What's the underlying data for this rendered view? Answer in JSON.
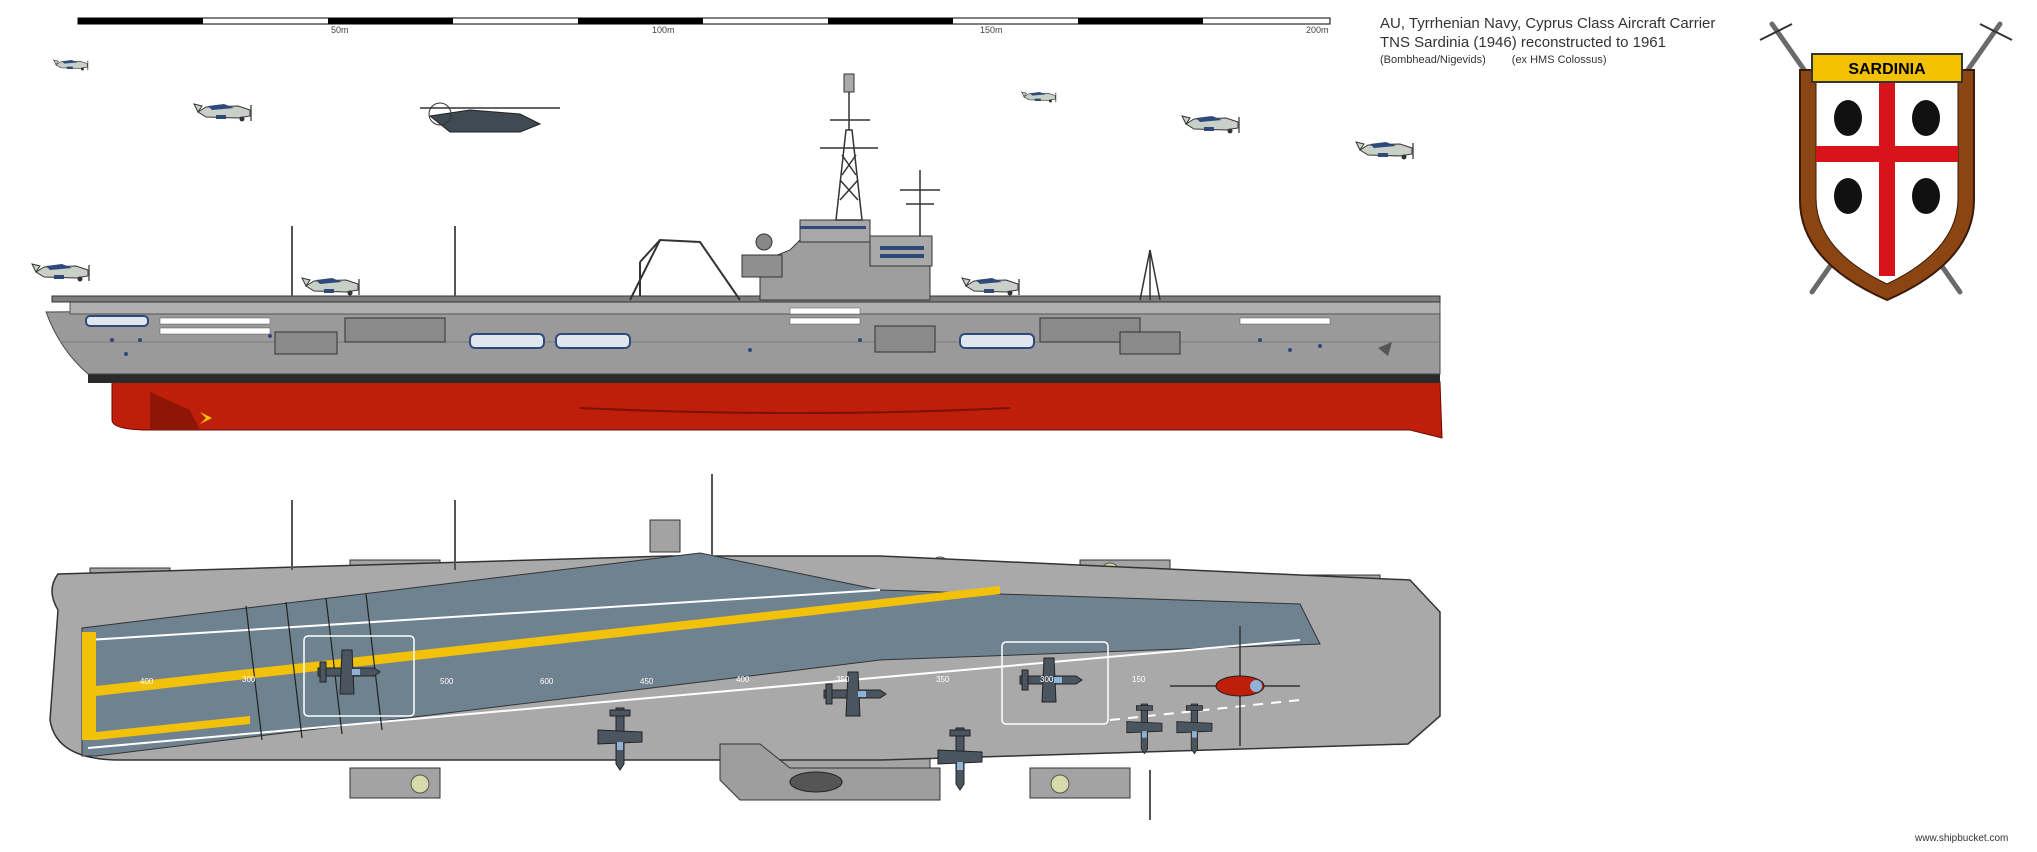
{
  "title": {
    "line1": "AU, Tyrrhenian Navy, Cyprus Class Aircraft Carrier",
    "line2": "TNS Sardinia (1946) reconstructed to 1961",
    "designers": "(Bombhead/Nigevids)",
    "former_name": "(ex HMS Colossus)"
  },
  "scale_bar": {
    "labels": [
      "50m",
      "100m",
      "150m",
      "200m"
    ]
  },
  "crest": {
    "banner": "SARDINIA"
  },
  "deck_markings": [
    "400",
    "300",
    "500",
    "600",
    "450",
    "400",
    "350",
    "350",
    "300",
    "150"
  ],
  "watermark": "www.shipbucket.com",
  "colors": {
    "hull_grey": "#9a9a9a",
    "flight_deck": "#6f8290",
    "antifouling_red": "#bf1e0a",
    "deck_stripe_yellow": "#f2c10a",
    "crest_shield": "#8b4513",
    "crest_banner": "#f2c200",
    "crest_cross": "#d8141b"
  }
}
